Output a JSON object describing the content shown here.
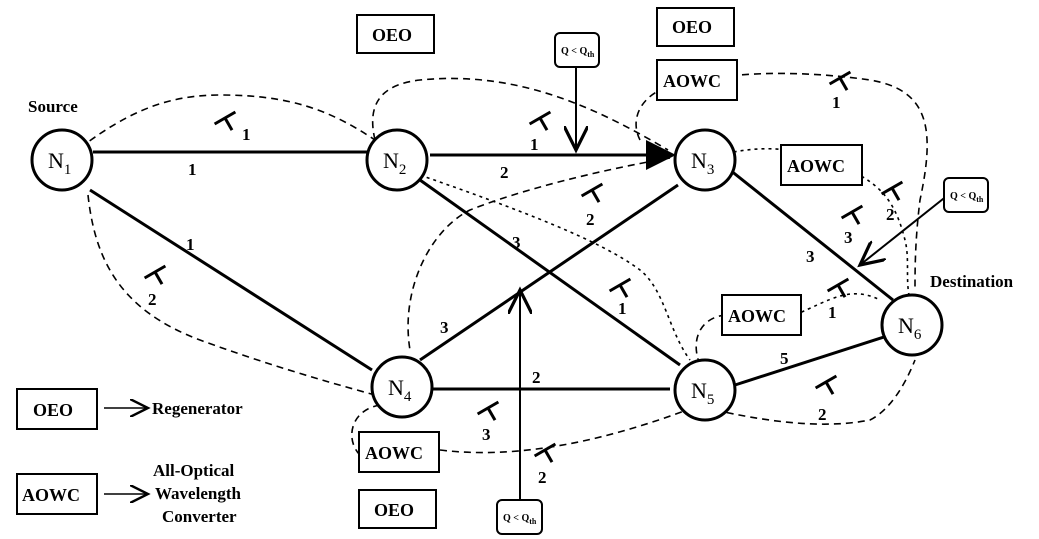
{
  "nodes": {
    "n1": {
      "base": "N",
      "sub": "1"
    },
    "n2": {
      "base": "N",
      "sub": "2"
    },
    "n3": {
      "base": "N",
      "sub": "3"
    },
    "n4": {
      "base": "N",
      "sub": "4"
    },
    "n5": {
      "base": "N",
      "sub": "5"
    },
    "n6": {
      "base": "N",
      "sub": "6"
    }
  },
  "roles": {
    "source": "Source",
    "destination": "Destination"
  },
  "link_weights": {
    "n1_n2": "1",
    "n1_n4": "1",
    "n2_n3": "2",
    "n2_n5": "3",
    "n4_n3": "3",
    "n4_n5": "2",
    "n3_n6": "3",
    "n5_n6": "5"
  },
  "wavelength_labels": {
    "w_n1n2": "1",
    "w_n1n4": "2",
    "w_n2n3": "1",
    "w_n2_diag": "2",
    "w_n3_top": "1",
    "w_n3_r": "2",
    "w_n3_n6": "3",
    "w_n2n5": "1",
    "w_n5n6": "1",
    "w_n5_bot": "2",
    "w_n4n5": "3",
    "w_bottom": "2"
  },
  "boxes": {
    "oeo_top_left": "OEO",
    "oeo_top_right": "OEO",
    "oeo_bottom": "OEO",
    "aowc_top": "AOWC",
    "aowc_right": "AOWC",
    "aowc_mid": "AOWC",
    "aowc_bottom": "AOWC"
  },
  "q_threshold": {
    "q": "Q < Q",
    "sub": "th"
  },
  "legend": {
    "oeo_box": "OEO",
    "oeo_text": "Regenerator",
    "aowc_box": "AOWC",
    "aowc_text_1": "All-Optical",
    "aowc_text_2": "Wavelength",
    "aowc_text_3": "Converter"
  }
}
